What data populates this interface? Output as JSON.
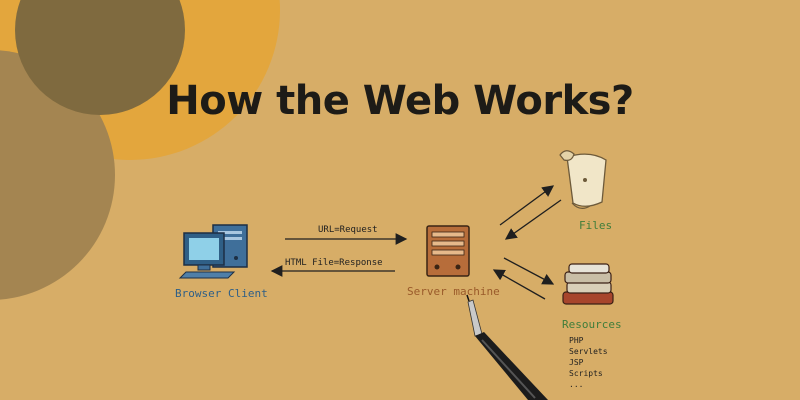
{
  "title": "How the Web Works?",
  "diagram": {
    "browser_label": "Browser Client",
    "server_label": "Server machine",
    "files_label": "Files",
    "resources_label": "Resources",
    "request_label": "URL=Request",
    "response_label": "HTML File=Response",
    "resource_items": [
      "PHP",
      "Servlets",
      "JSP",
      "Scripts",
      "..."
    ]
  },
  "colors": {
    "background": "#d7ad67",
    "circle_yellow": "#e3a63d",
    "circle_dark": "#7f6a3f",
    "circle_mid": "#a48551"
  },
  "icons": [
    "computer-icon",
    "server-icon",
    "scroll-icon",
    "books-icon",
    "pen-icon"
  ]
}
